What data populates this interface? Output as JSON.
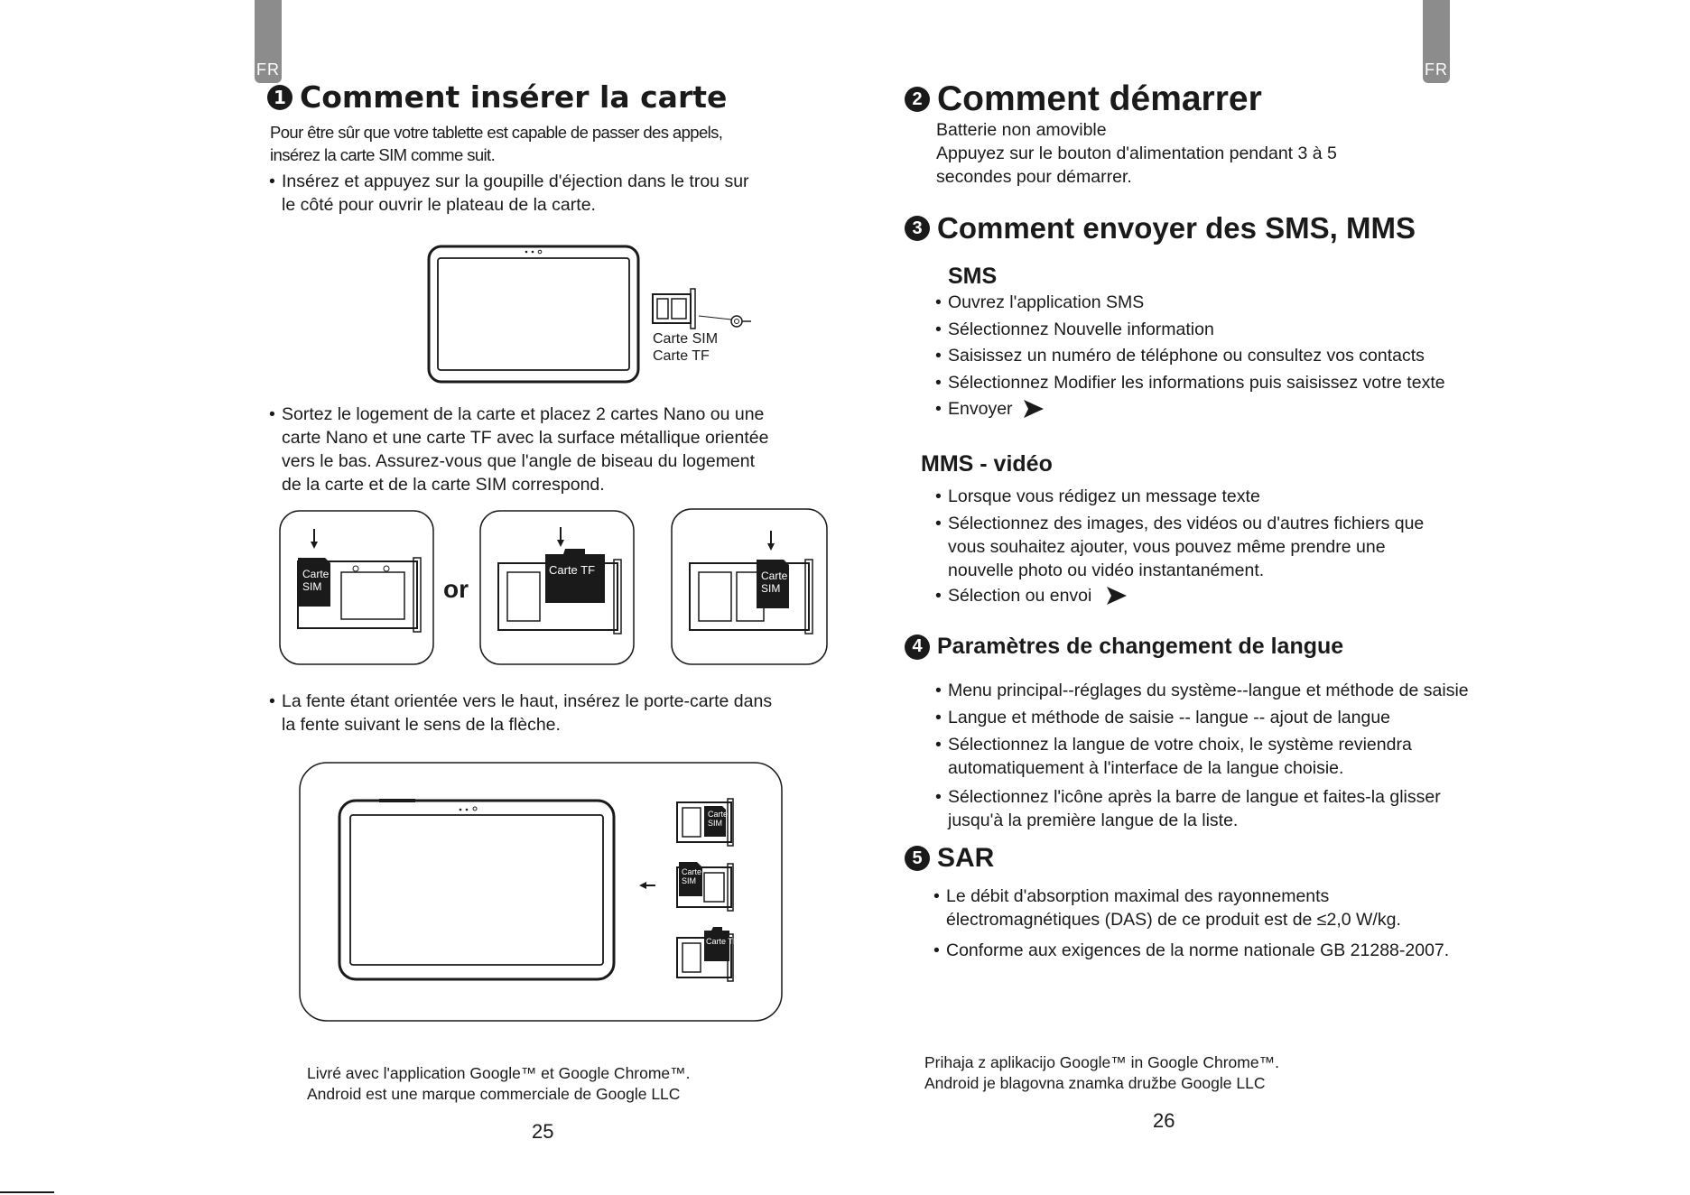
{
  "left": {
    "tab": "FR",
    "section1": {
      "number": "1",
      "title": "Comment insérer la carte",
      "intro": [
        "Pour être sûr que votre tablette est capable de passer des appels,",
        "insérez la carte SIM comme suit."
      ],
      "bullet1": [
        "Insérez et appuyez sur la goupille d'éjection dans le trou sur",
        "le côté pour ouvrir le plateau de la carte."
      ],
      "tray_labels": [
        "Carte SIM",
        "Carte TF"
      ],
      "bullet2": [
        "Sortez le logement de la carte et placez 2 cartes Nano ou une",
        "carte Nano et une carte TF avec la surface métallique orientée",
        "vers le bas. Assurez-vous que l'angle de biseau du logement",
        "de la carte et de la carte SIM correspond."
      ],
      "diagram": {
        "card_sim_a": [
          "Carte",
          "SIM"
        ],
        "or": "or",
        "card_tf": "Carte TF",
        "card_sim_b": [
          "Carte",
          "SIM"
        ]
      },
      "bullet3": [
        "La fente étant orientée vers le haut, insérez le porte-carte dans",
        "la fente suivant le sens de la flèche."
      ],
      "insert": {
        "card_sim_1": [
          "Carte",
          "SIM"
        ],
        "card_sim_2": [
          "Carte",
          "SIM"
        ],
        "card_tf": "Carte TF"
      }
    },
    "footer": [
      "Livré avec l'application Google™ et Google Chrome™.",
      "Android est une marque commerciale de Google LLC"
    ],
    "page": "25"
  },
  "right": {
    "tab": "FR",
    "section2": {
      "number": "2",
      "title": "Comment démarrer",
      "lines": [
        "Batterie non amovible",
        "Appuyez sur le bouton d'alimentation pendant 3 à 5",
        "secondes pour démarrer."
      ]
    },
    "section3": {
      "number": "3",
      "title": "Comment envoyer des SMS, MMS",
      "sms_title": "SMS",
      "sms_items": [
        "Ouvrez l'application SMS",
        "Sélectionnez Nouvelle information",
        "Saisissez un numéro de téléphone ou consultez vos contacts",
        "Sélectionnez Modifier les informations puis saisissez votre texte",
        "Envoyer"
      ],
      "mms_title": "MMS - vidéo",
      "mms_item1": "Lorsque vous rédigez un message texte",
      "mms_item2": [
        "Sélectionnez des images, des vidéos ou d'autres fichiers que",
        "vous souhaitez ajouter, vous pouvez même prendre une",
        "nouvelle photo ou vidéo instantanément."
      ],
      "mms_item3": "Sélection ou envoi"
    },
    "section4": {
      "number": "4",
      "title": "Paramètres de changement de langue",
      "item1": "Menu principal--réglages du système--langue et méthode de saisie",
      "item2": "Langue et méthode de saisie -- langue -- ajout de langue",
      "item3": [
        "Sélectionnez la langue de votre choix, le système reviendra",
        "automatiquement à l'interface de la langue choisie."
      ],
      "item4": [
        "Sélectionnez l'icône après la barre de langue et faites-la glisser",
        "jusqu'à la première langue de la liste."
      ]
    },
    "section5": {
      "number": "5",
      "title": "SAR",
      "item1": [
        "Le débit d'absorption maximal des rayonnements",
        "électromagnétiques (DAS) de ce produit est de ≤2,0 W/kg."
      ],
      "item2": "Conforme aux exigences de la norme nationale GB 21288-2007."
    },
    "footer": [
      "Prihaja z aplikacijo Google™ in Google Chrome™.",
      "Android je blagovna znamka družbe Google LLC"
    ],
    "page": "26"
  }
}
